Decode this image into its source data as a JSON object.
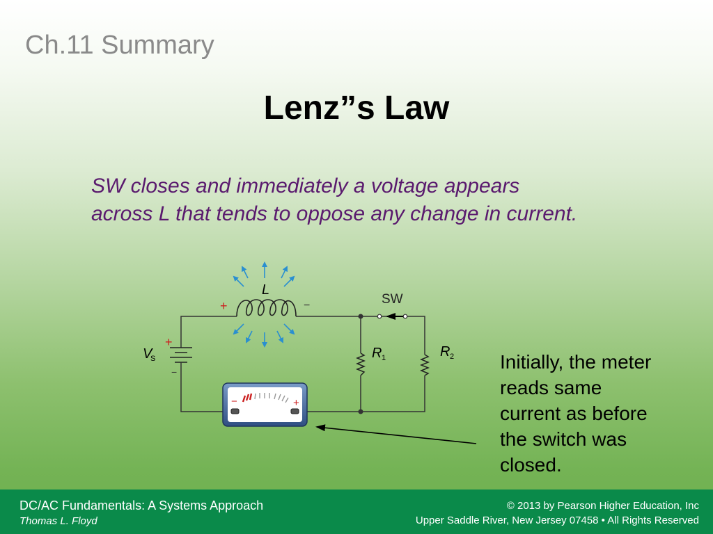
{
  "slide": {
    "chapter": "Ch.11 Summary",
    "title": "Lenz”s Law",
    "lead_lines": [
      "SW closes and immediately a voltage appears",
      "across L that tends to oppose any change in current."
    ],
    "note_lines": [
      "Initially, the meter",
      "reads same",
      "current as before",
      "the switch was",
      "closed."
    ]
  },
  "circuit": {
    "inductor_label": "L",
    "plus_sign": "+",
    "minus_sign": "−",
    "switch_label": "SW",
    "source_label": "V",
    "source_subscript": "S",
    "r1_label": "R",
    "r1_subscript": "1",
    "r2_label": "R",
    "r2_subscript": "2"
  },
  "footer": {
    "book": "DC/AC Fundamentals:  A Systems Approach",
    "author": "Thomas L. Floyd",
    "copyright": "© 2013 by Pearson Higher Education, Inc",
    "address": "Upper Saddle River, New Jersey 07458 • All Rights Reserved"
  },
  "colors": {
    "title_purple": "#5a1a6e",
    "footer_green": "#0a8a4a",
    "field_arrow_blue": "#2a8fd0",
    "polarity_red": "#cc2020"
  }
}
